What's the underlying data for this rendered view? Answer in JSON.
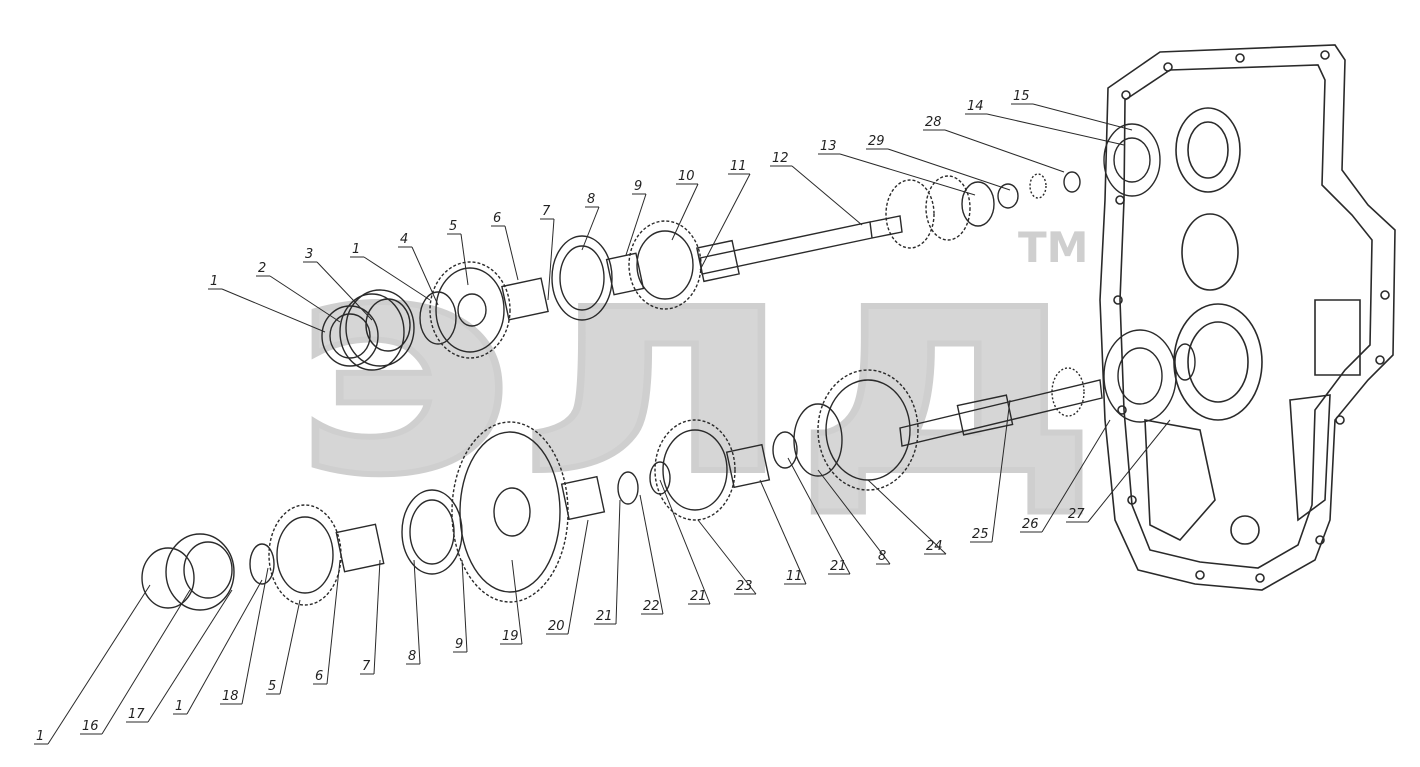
{
  "watermark": {
    "text": "элд",
    "trademark": "TM"
  },
  "callouts": [
    {
      "label": "1"
    },
    {
      "label": "2"
    },
    {
      "label": "3"
    },
    {
      "label": "1"
    },
    {
      "label": "4"
    },
    {
      "label": "5"
    },
    {
      "label": "6"
    },
    {
      "label": "7"
    },
    {
      "label": "8"
    },
    {
      "label": "9"
    },
    {
      "label": "10"
    },
    {
      "label": "11"
    },
    {
      "label": "12"
    },
    {
      "label": "13"
    },
    {
      "label": "29"
    },
    {
      "label": "28"
    },
    {
      "label": "14"
    },
    {
      "label": "15"
    },
    {
      "label": "1"
    },
    {
      "label": "16"
    },
    {
      "label": "17"
    },
    {
      "label": "1"
    },
    {
      "label": "18"
    },
    {
      "label": "5"
    },
    {
      "label": "6"
    },
    {
      "label": "7"
    },
    {
      "label": "8"
    },
    {
      "label": "9"
    },
    {
      "label": "19"
    },
    {
      "label": "20"
    },
    {
      "label": "21"
    },
    {
      "label": "22"
    },
    {
      "label": "21"
    },
    {
      "label": "23"
    },
    {
      "label": "11"
    },
    {
      "label": "21"
    },
    {
      "label": "8"
    },
    {
      "label": "24"
    },
    {
      "label": "25"
    },
    {
      "label": "26"
    },
    {
      "label": "27"
    }
  ],
  "colors": {
    "line": "#2a2a2a",
    "watermark": "#d6d6d6",
    "background": "#ffffff"
  }
}
